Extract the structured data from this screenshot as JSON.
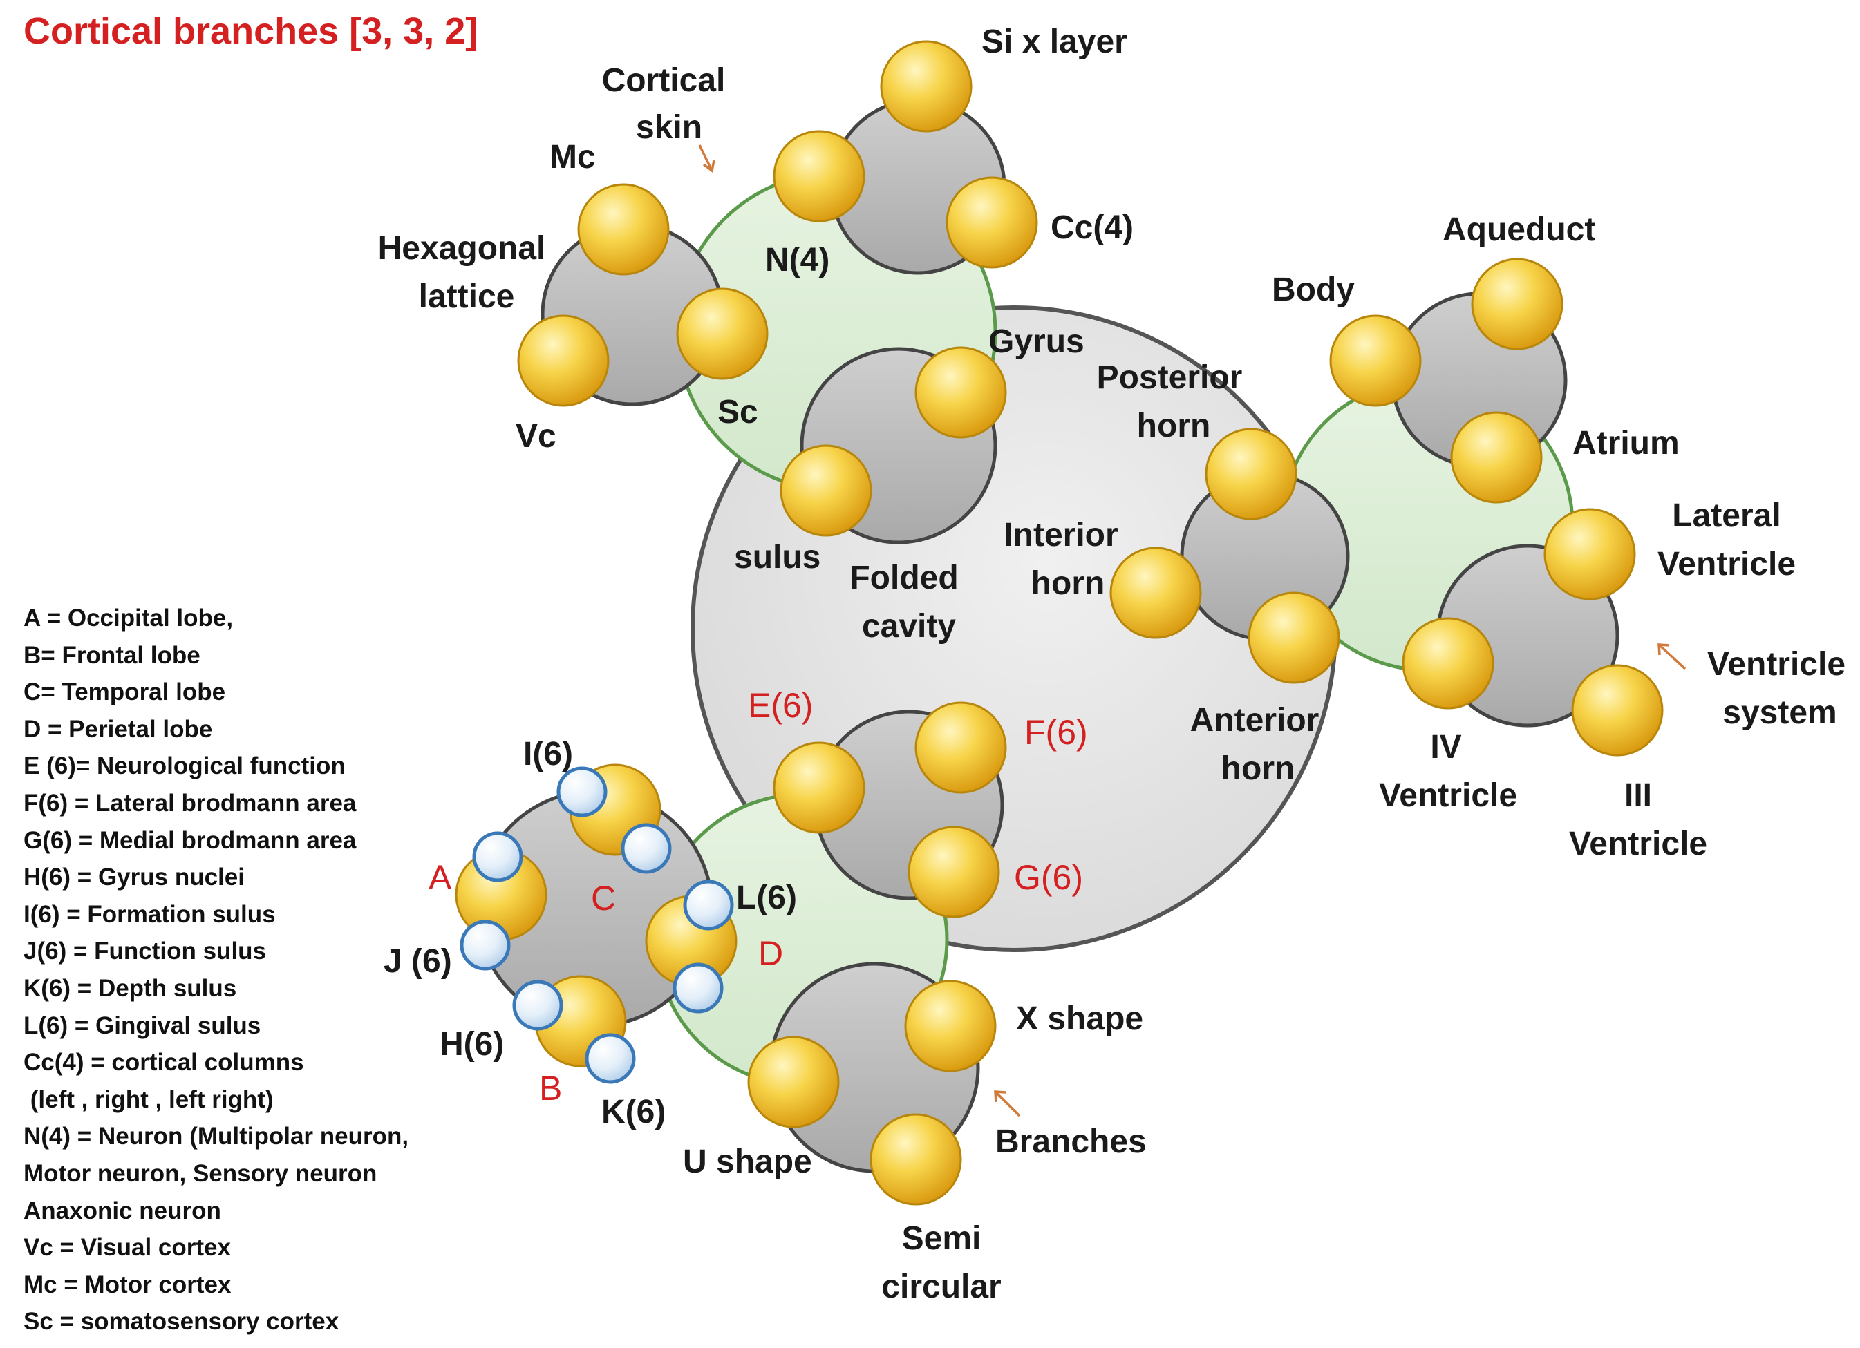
{
  "title": "Cortical branches [3, 3, 2]",
  "legend": [
    "A = Occipital lobe,",
    "B= Frontal lobe",
    "C= Temporal lobe",
    "D = Perietal lobe",
    "E (6)= Neurological function",
    "F(6) = Lateral brodmann area",
    "G(6) = Medial brodmann area",
    "H(6) = Gyrus nuclei",
    "I(6) = Formation sulus",
    "J(6) = Function sulus",
    "K(6) = Depth sulus",
    "L(6) = Gingival sulus",
    "Cc(4) = cortical columns",
    " (left , right , left right)",
    "N(4) = Neuron (Multipolar neuron,",
    "Motor neuron, Sensory neuron",
    "Anaxonic neuron",
    "Vc = Visual cortex",
    "Mc = Motor cortex",
    "Sc = somatosensory cortex"
  ],
  "labels": {
    "six_layer": "Si x layer",
    "cortical_skin_1": "Cortical",
    "cortical_skin_2": "skin",
    "mc": "Mc",
    "cc4": "Cc(4)",
    "n4": "N(4)",
    "hexagonal_1": "Hexagonal",
    "hexagonal_2": "lattice",
    "vc": "Vc",
    "sc": "Sc",
    "gyrus": "Gyrus",
    "sulus": "sulus",
    "folded_1": "Folded",
    "folded_2": "cavity",
    "aqueduct": "Aqueduct",
    "body": "Body",
    "posterior_1": "Posterior",
    "posterior_2": "horn",
    "atrium": "Atrium",
    "interior_1": "Interior",
    "interior_2": "horn",
    "lateral_v_1": "Lateral",
    "lateral_v_2": "Ventricle",
    "ventricle_sys_1": "Ventricle",
    "ventricle_sys_2": "system",
    "anterior_1": "Anterior",
    "anterior_2": "horn",
    "iv_1": "IV",
    "iv_2": "Ventricle",
    "iii_1": "III",
    "iii_2": "Ventricle",
    "e6": "E(6)",
    "f6": "F(6)",
    "g6": "G(6)",
    "i6": "I(6)",
    "l6": "L(6)",
    "j6": "J (6)",
    "h6": "H(6)",
    "k6": "K(6)",
    "a": "A",
    "b": "B",
    "c": "C",
    "d": "D",
    "x_shape": "X shape",
    "branches": "Branches",
    "u_shape": "U shape",
    "semi_1": "Semi",
    "semi_2": "circular"
  },
  "colors": {
    "title": "#d42020",
    "red_label": "#d42020",
    "big_circle": "#e6e6e6",
    "green_circle": "#ddeedd",
    "green_stroke": "#5a9a4a",
    "gray_circle": "#bdbdbd",
    "yellow_node": "#f2c230",
    "blue_node": "#dbeaf7",
    "arrow": "#d07a3c"
  }
}
